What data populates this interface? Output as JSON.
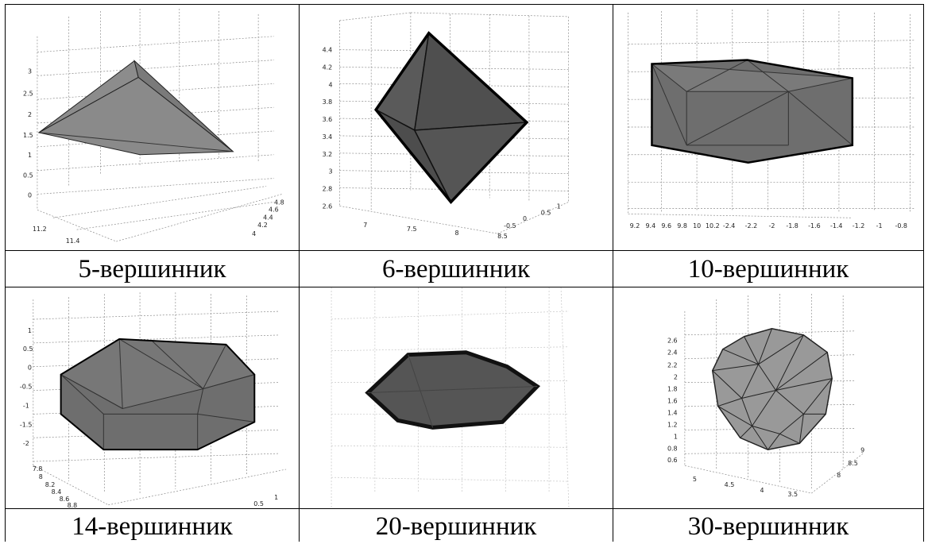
{
  "figures": [
    {
      "caption": "5-вершинник",
      "ticks_left": [
        "3",
        "2.5",
        "2",
        "1.5",
        "1",
        "0.5",
        "0"
      ],
      "ticks_bottom": [
        "11.2",
        "11.4"
      ],
      "ticks_right": [
        "4.8",
        "4.6",
        "4.4",
        "4.2",
        "4"
      ]
    },
    {
      "caption": "6-вершинник",
      "ticks_left": [
        "4.4",
        "4.2",
        "4",
        "3.8",
        "3.6",
        "3.4",
        "3.2",
        "3",
        "2.8",
        "2.6"
      ],
      "ticks_bottom": [
        "7",
        "7.5",
        "8",
        "8.5"
      ],
      "ticks_right": [
        "1",
        "0.5",
        "0",
        "-0.5"
      ]
    },
    {
      "caption": "10-вершинник",
      "ticks_bottom_left": [
        "9.2",
        "9.4",
        "9.6",
        "9.8",
        "10",
        "10.2"
      ],
      "ticks_bottom_right": [
        "-2.4",
        "-2.2",
        "-2",
        "-1.8",
        "-1.6",
        "-1.4",
        "-1.2",
        "-1",
        "-0.8"
      ]
    },
    {
      "caption": "14-вершинник",
      "ticks_left": [
        "1",
        "0.5",
        "0",
        "-0.5",
        "-1",
        "-1.5",
        "-2"
      ],
      "ticks_bottom": [
        "7.8",
        "8",
        "8.2",
        "8.4",
        "8.6",
        "8.8"
      ],
      "ticks_right": [
        "0.5",
        "1"
      ]
    },
    {
      "caption": "20-вершинник"
    },
    {
      "caption": "30-вершинник",
      "ticks_left": [
        "2.6",
        "2.4",
        "2.2",
        "2",
        "1.8",
        "1.6",
        "1.4",
        "1.2",
        "1",
        "0.8",
        "0.6"
      ],
      "ticks_bottom": [
        "5",
        "4.5",
        "4",
        "3.5"
      ],
      "ticks_right": [
        "9",
        "8.5",
        "8"
      ]
    }
  ]
}
